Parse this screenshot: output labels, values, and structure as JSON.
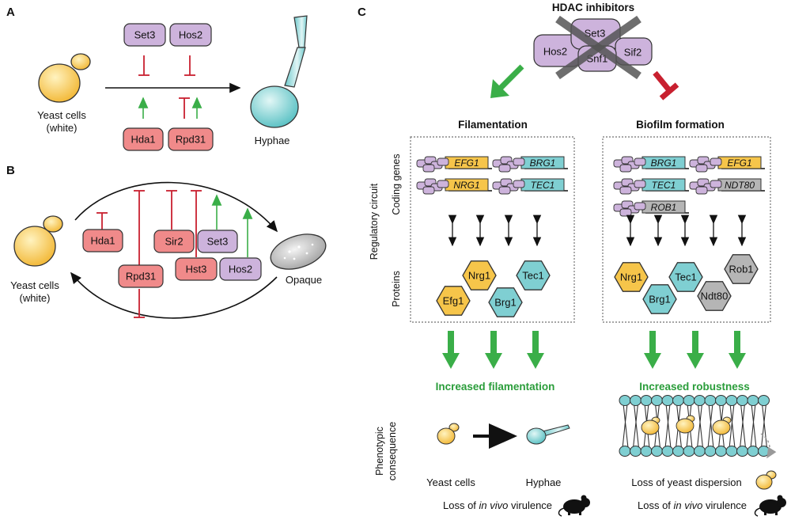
{
  "panel_a": {
    "letter": "A",
    "top_boxes": [
      "Set3",
      "Hos2"
    ],
    "bottom_boxes": [
      "Hda1",
      "Rpd31"
    ],
    "yeast_label_1": "Yeast cells",
    "yeast_label_2": "(white)",
    "hyphae_label": "Hyphae"
  },
  "panel_b": {
    "letter": "B",
    "boxes": [
      "Hda1",
      "Sir2",
      "Set3",
      "Rpd31",
      "Hst3",
      "Hos2"
    ],
    "yeast_label_1": "Yeast cells",
    "yeast_label_2": "(white)",
    "opaque_label": "Opaque"
  },
  "panel_c": {
    "letter": "C",
    "title": "HDAC inhibitors",
    "complex": [
      "Set3",
      "Hos2",
      "Snf1",
      "Sif2"
    ],
    "filamentation": {
      "header": "Filamentation",
      "genes": [
        "EFG1",
        "BRG1",
        "NRG1",
        "TEC1"
      ],
      "proteins": [
        "Nrg1",
        "Tec1",
        "Efg1",
        "Brg1"
      ],
      "result": "Increased filamentation",
      "yeast_label": "Yeast cells",
      "hyphae_label": "Hyphae",
      "loss_prefix": "Loss of ",
      "loss_italic": "in vivo",
      "loss_suffix": " virulence"
    },
    "biofilm": {
      "header": "Biofilm formation",
      "genes": [
        "BRG1",
        "EFG1",
        "TEC1",
        "NDT80",
        "ROB1"
      ],
      "proteins": [
        "Nrg1",
        "Tec1",
        "Rob1",
        "Brg1",
        "Ndt80"
      ],
      "result": "Increased robustness",
      "dispersion_label": "Loss of yeast dispersion",
      "loss_prefix": "Loss of ",
      "loss_italic": "in vivo",
      "loss_suffix": " virulence"
    },
    "side_labels": {
      "regulatory_circuit": "Regulatory circuit",
      "coding_genes": "Coding genes",
      "proteins": "Proteins",
      "phenotypic_1": "Phenotypic",
      "phenotypic_2": "consequence"
    }
  },
  "colors": {
    "purple": "#cdb3dc",
    "pink": "#f08a8a",
    "yellow": "#f6c54a",
    "teal": "#7fcfd2",
    "gray": "#b5b5b5",
    "green": "#3aae48",
    "red": "#c8202f"
  }
}
